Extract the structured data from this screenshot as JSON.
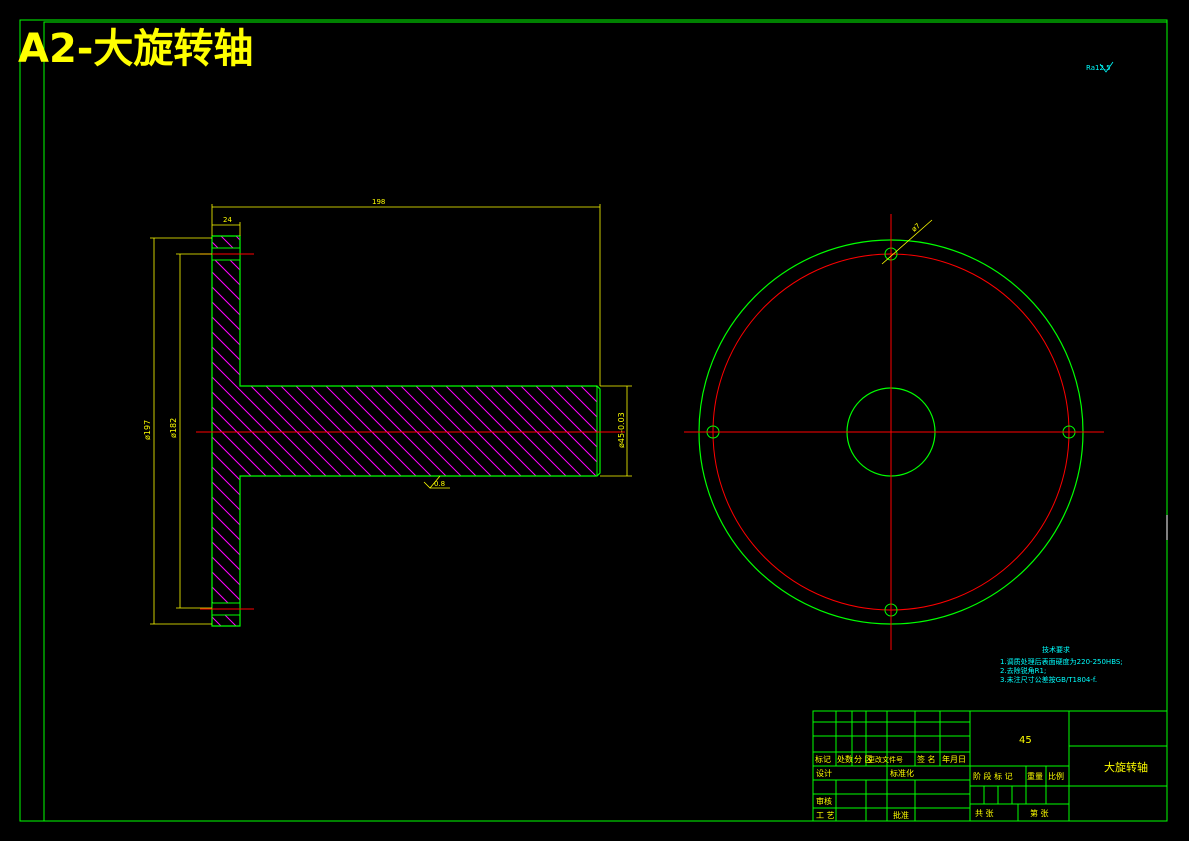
{
  "sheet_title": "A2-大旋转轴",
  "surface_finish_top": "Ra12.5",
  "dims": {
    "length": "198",
    "flange_thickness": "24",
    "outer_dia": "ø197",
    "bolt_circle_dia": "ø182",
    "shaft_dia": "ø45-0.03",
    "hole_dia": "ø7",
    "shaft_finish": "0.8"
  },
  "tech_req": {
    "title": "技术要求",
    "lines": [
      "1.调质处理后表面硬度为220-250HBS;",
      "2.去除锐角R1;",
      "3.未注尺寸公差按GB/T1804-f."
    ]
  },
  "title_block": {
    "material": "45",
    "part_name": "大旋转轴",
    "row_labels": [
      "标记",
      "处数",
      "分 区",
      "更改文件号",
      "签 名",
      "年月日"
    ],
    "design": "设计",
    "standardize": "标准化",
    "stage_labels": [
      "阶 段 标 记",
      "重量",
      "比例"
    ],
    "review": "审核",
    "process": "工 艺",
    "approve": "批准",
    "sheets_total": "共   张",
    "sheet_no": "第   张"
  },
  "colors": {
    "frame": "#00ff00",
    "center": "#ff0000",
    "dim": "#ffff00",
    "hatch": "#ff00ff",
    "text_cyan": "#00ffff",
    "title": "#ffff00"
  }
}
